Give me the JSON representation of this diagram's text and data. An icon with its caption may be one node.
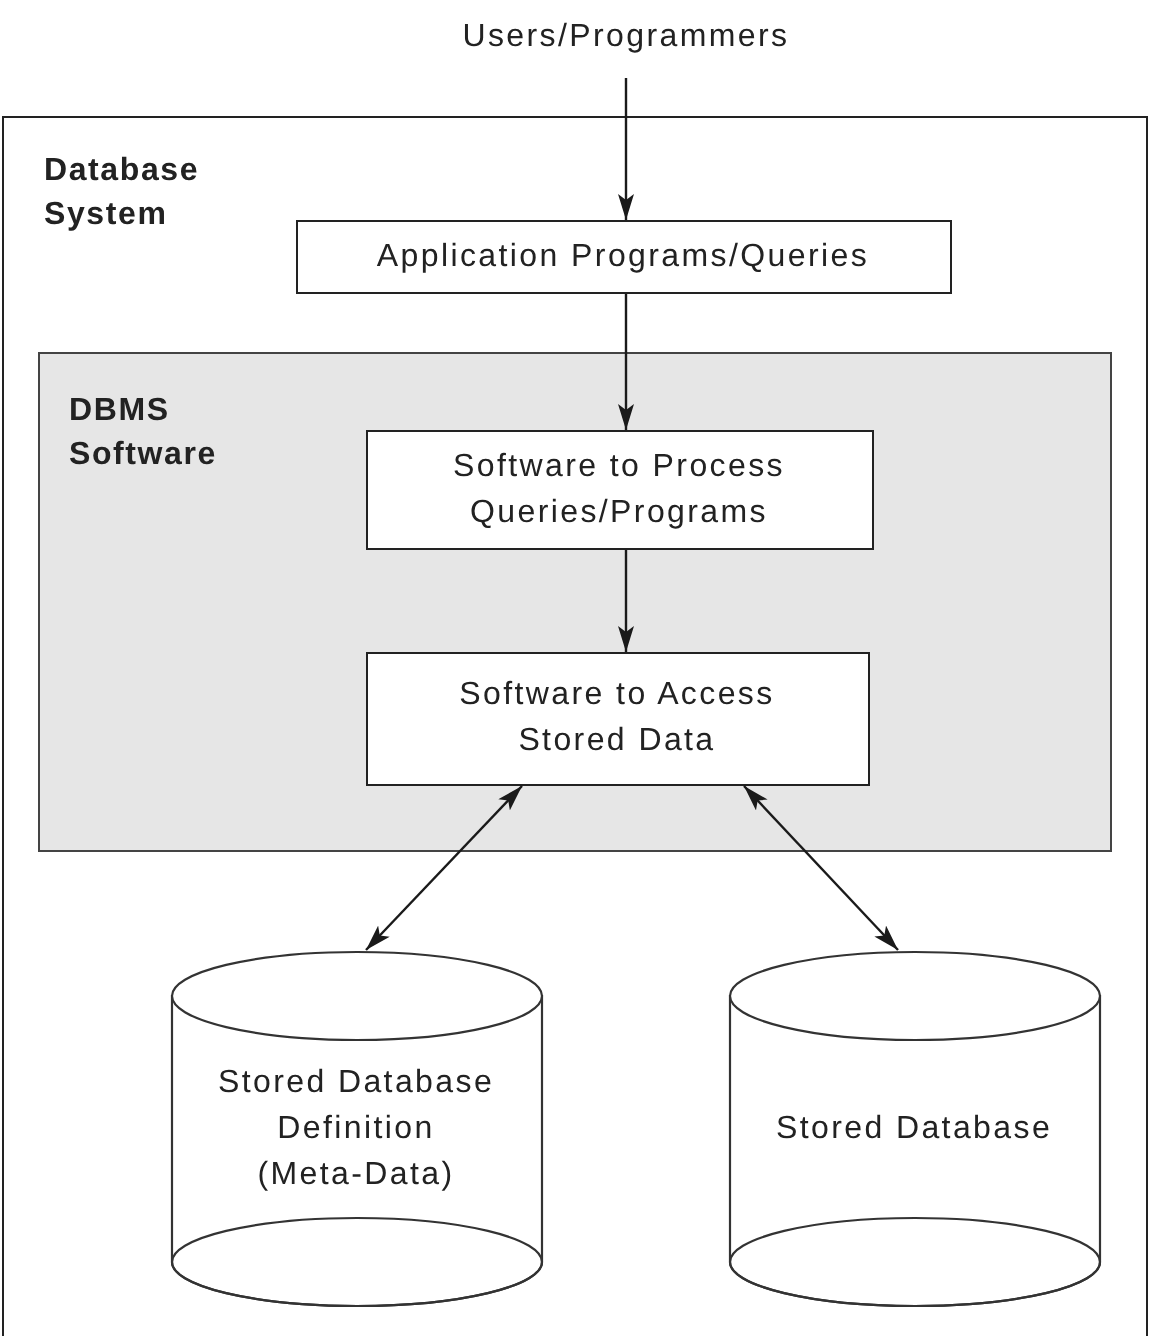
{
  "diagram": {
    "nodes": [
      {
        "text": [
          "Users/Programmers"
        ]
      },
      {
        "text": [
          "Database System"
        ]
      },
      {
        "text": [
          "Application Programs/Queries"
        ],
        "in": 1
      },
      {
        "text": [
          "DBMS Software"
        ],
        "in": 1
      },
      {
        "text": [
          "Software to Process Queries/Programs"
        ],
        "in": 3
      },
      {
        "text": [
          "Software to Access Stored Data"
        ],
        "in": 3
      },
      {
        "text": [
          "Stored Database Definition (Meta-Data)"
        ],
        "in": 1
      },
      {
        "text": [
          "Stored Database"
        ],
        "in": 1
      }
    ],
    "edges": [
      {
        "from": 0,
        "to": 2,
        "arrow": "to"
      },
      {
        "from": 2,
        "to": 4,
        "arrow": "to"
      },
      {
        "from": 4,
        "to": 5,
        "arrow": "to"
      },
      {
        "from": 5,
        "to": 6,
        "arrow": "both"
      },
      {
        "from": 5,
        "to": 7,
        "arrow": "both"
      }
    ]
  }
}
